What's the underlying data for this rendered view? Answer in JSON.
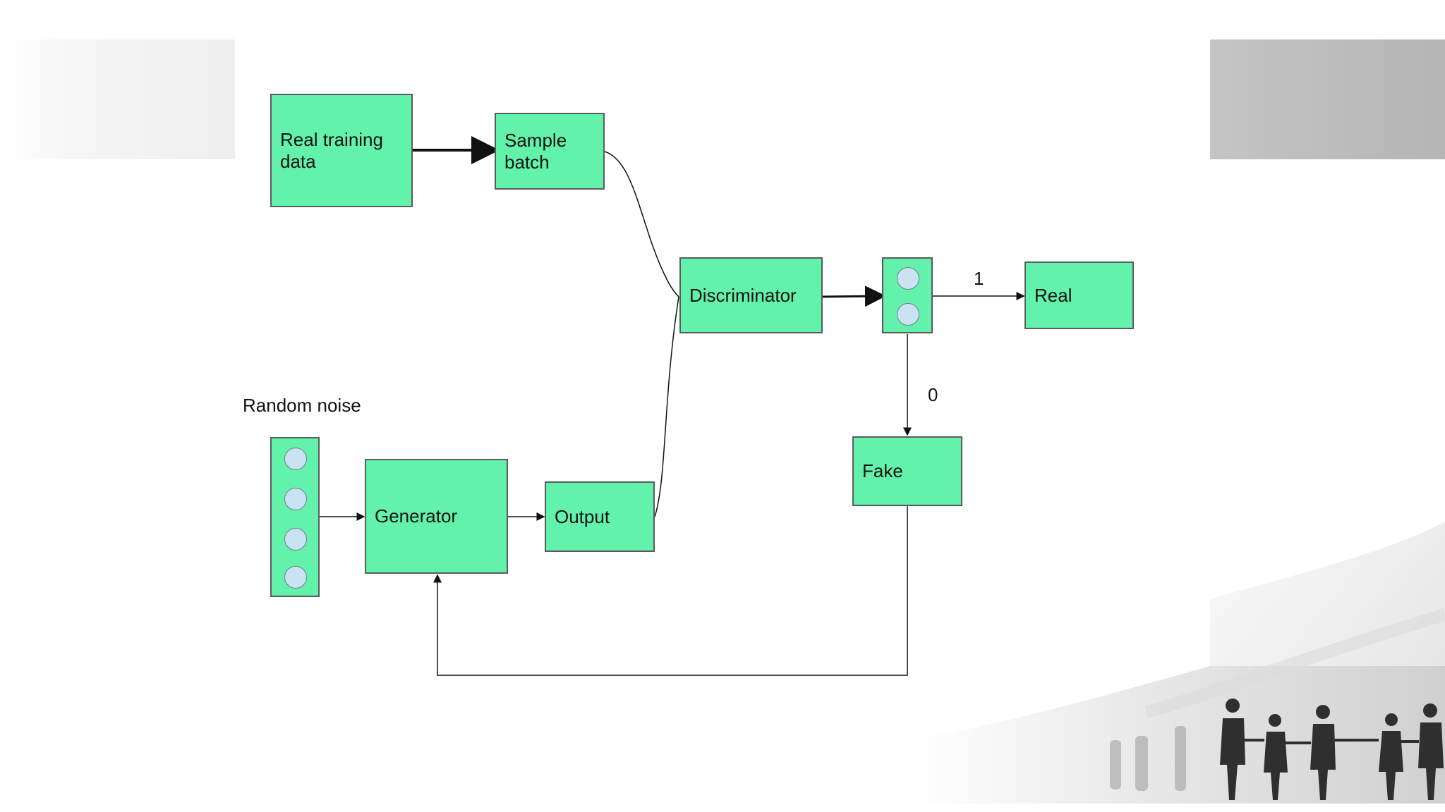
{
  "diagram": {
    "nodes": {
      "real_training_data": "Real training data",
      "sample_batch": "Sample batch",
      "discriminator": "Discriminator",
      "real": "Real",
      "generator": "Generator",
      "output": "Output",
      "fake": "Fake"
    },
    "labels": {
      "random_noise": "Random noise",
      "real_branch": "1",
      "fake_branch": "0"
    },
    "icons": {
      "noise_input_nodes": 4,
      "discriminator_output_nodes": 2
    }
  },
  "colors": {
    "box_fill": "#63f2ab",
    "box_border": "#5b5b5b",
    "node_fill": "#c9e2f4",
    "connector": "#111111"
  }
}
